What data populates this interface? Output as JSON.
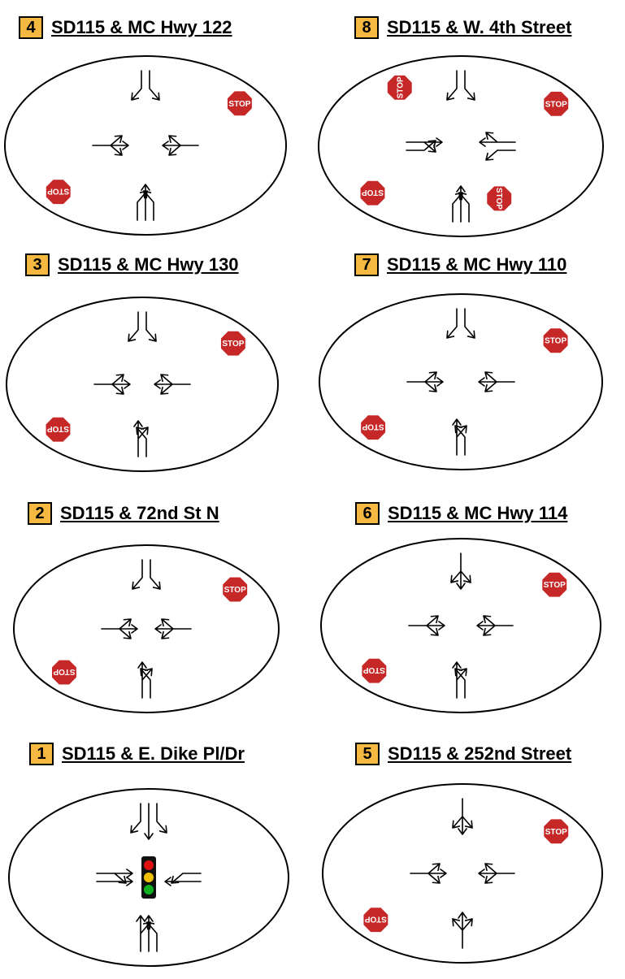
{
  "diagrams": [
    {
      "num": "4",
      "title": "SD115 & MC Hwy 122",
      "approaches": {
        "N": {
          "lanes": [
            "R",
            "L"
          ],
          "stop": false
        },
        "S": {
          "lanes": [
            "L",
            "T",
            "R"
          ],
          "stop": false
        },
        "W": {
          "lanes": [
            "LTR"
          ],
          "stop": true
        },
        "E": {
          "lanes": [
            "LTR"
          ],
          "stop": true
        }
      },
      "signal": false,
      "stop_text": "STOP"
    },
    {
      "num": "8",
      "title": "SD115 & W. 4th Street",
      "approaches": {
        "N": {
          "lanes": [
            "R",
            "L"
          ],
          "stop": true
        },
        "S": {
          "lanes": [
            "L",
            "T",
            "R"
          ],
          "stop": true
        },
        "W": {
          "lanes": [
            "L",
            "TR"
          ],
          "stop": true
        },
        "E": {
          "lanes": [
            "TR",
            "L"
          ],
          "stop": true
        }
      },
      "signal": false,
      "stop_text": "STOP"
    },
    {
      "num": "3",
      "title": "SD115 & MC Hwy 130",
      "approaches": {
        "N": {
          "lanes": [
            "R",
            "L"
          ],
          "stop": false
        },
        "S": {
          "lanes": [
            "L",
            "TR"
          ],
          "stop": false
        },
        "W": {
          "lanes": [
            "LTR"
          ],
          "stop": true
        },
        "E": {
          "lanes": [
            "LTR"
          ],
          "stop": true
        }
      },
      "signal": false,
      "stop_text": "STOP"
    },
    {
      "num": "7",
      "title": "SD115 & MC Hwy 110",
      "approaches": {
        "N": {
          "lanes": [
            "R",
            "L"
          ],
          "stop": false
        },
        "S": {
          "lanes": [
            "L",
            "TR"
          ],
          "stop": false
        },
        "W": {
          "lanes": [
            "LTR"
          ],
          "stop": true
        },
        "E": {
          "lanes": [
            "LTR"
          ],
          "stop": true
        }
      },
      "signal": false,
      "stop_text": "STOP"
    },
    {
      "num": "2",
      "title": "SD115 & 72nd St N",
      "approaches": {
        "N": {
          "lanes": [
            "R",
            "L"
          ],
          "stop": false
        },
        "S": {
          "lanes": [
            "L",
            "TR"
          ],
          "stop": false
        },
        "W": {
          "lanes": [
            "LTR"
          ],
          "stop": true
        },
        "E": {
          "lanes": [
            "LTR"
          ],
          "stop": true
        }
      },
      "signal": false,
      "stop_text": "STOP"
    },
    {
      "num": "6",
      "title": "SD115 & MC Hwy 114",
      "approaches": {
        "N": {
          "lanes": [
            "LTR"
          ],
          "stop": false
        },
        "S": {
          "lanes": [
            "L",
            "TR"
          ],
          "stop": false
        },
        "W": {
          "lanes": [
            "LTR"
          ],
          "stop": true
        },
        "E": {
          "lanes": [
            "LTR"
          ],
          "stop": true
        }
      },
      "signal": false,
      "stop_text": "STOP"
    },
    {
      "num": "1",
      "title": "SD115 & E. Dike Pl/Dr",
      "approaches": {
        "N": {
          "lanes": [
            "R",
            "T",
            "L"
          ],
          "stop": false
        },
        "S": {
          "lanes": [
            "L",
            "T",
            "TR"
          ],
          "stop": false
        },
        "W": {
          "lanes": [
            "T",
            "TR"
          ],
          "stop": false
        },
        "E": {
          "lanes": [
            "L",
            "T"
          ],
          "stop": false
        }
      },
      "signal": true,
      "stop_text": "STOP",
      "signal_colors": [
        "#e01010",
        "#f0c000",
        "#10b020"
      ]
    },
    {
      "num": "5",
      "title": "SD115 & 252nd Street",
      "approaches": {
        "N": {
          "lanes": [
            "LTR"
          ],
          "stop": false
        },
        "S": {
          "lanes": [
            "LTR"
          ],
          "stop": false
        },
        "W": {
          "lanes": [
            "LTR"
          ],
          "stop": true
        },
        "E": {
          "lanes": [
            "LTR"
          ],
          "stop": true
        }
      },
      "signal": false,
      "stop_text": "STOP"
    }
  ],
  "colors": {
    "badge": "#f5b942",
    "stop": "#c62828",
    "stop_border": "#ffffff",
    "line": "#000000"
  }
}
